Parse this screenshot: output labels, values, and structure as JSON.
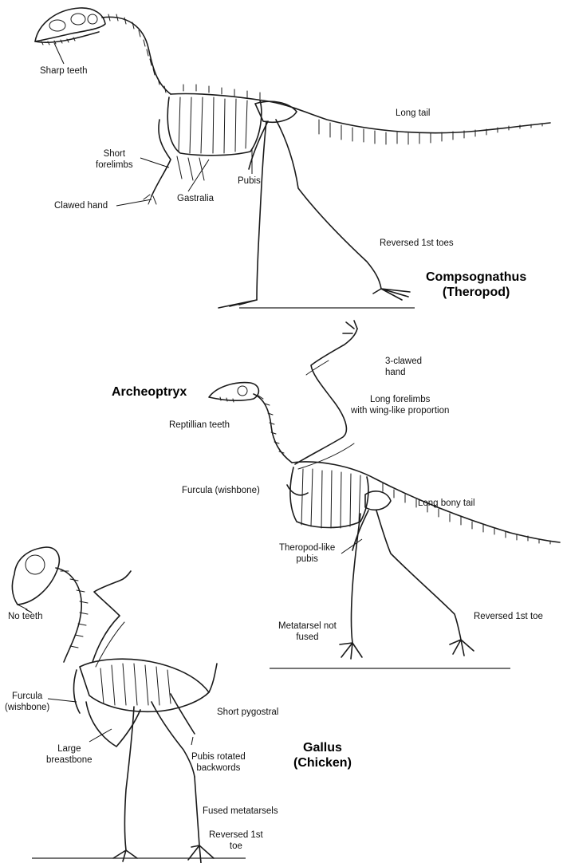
{
  "compsognathus": {
    "title": "Compsognathus\n(Theropod)",
    "labels": {
      "sharp_teeth": "Sharp teeth",
      "long_tail": "Long tail",
      "short_forelimbs": "Short\nforelimbs",
      "pubis": "Pubis",
      "clawed_hand": "Clawed hand",
      "gastralia": "Gastralia",
      "reversed_first_toes": "Reversed 1st toes"
    }
  },
  "archeopteryx": {
    "title": "Archeoptryx",
    "labels": {
      "three_clawed_hand": "3-clawed\nhand",
      "long_forelimbs": "Long forelimbs\nwith wing-like proportion",
      "reptilian_teeth": "Reptillian teeth",
      "furcula": "Furcula (wishbone)",
      "long_bony_tail": "Long bony tail",
      "theropod_like_pubis": "Theropod-like\npubis",
      "metatarsel_not_fused": "Metatarsel not\nfused",
      "reversed_first_toe": "Reversed 1st toe"
    }
  },
  "gallus": {
    "title": "Gallus\n(Chicken)",
    "labels": {
      "no_teeth": "No teeth",
      "furcula": "Furcula\n(wishbone)",
      "short_pygostral": "Short pygostral",
      "large_breastbone": "Large\nbreastbone",
      "pubis_rotated": "Pubis rotated\nbackwords",
      "fused_metatarsels": "Fused metatarsels",
      "reversed_first_toe": "Reversed 1st\ntoe"
    }
  }
}
